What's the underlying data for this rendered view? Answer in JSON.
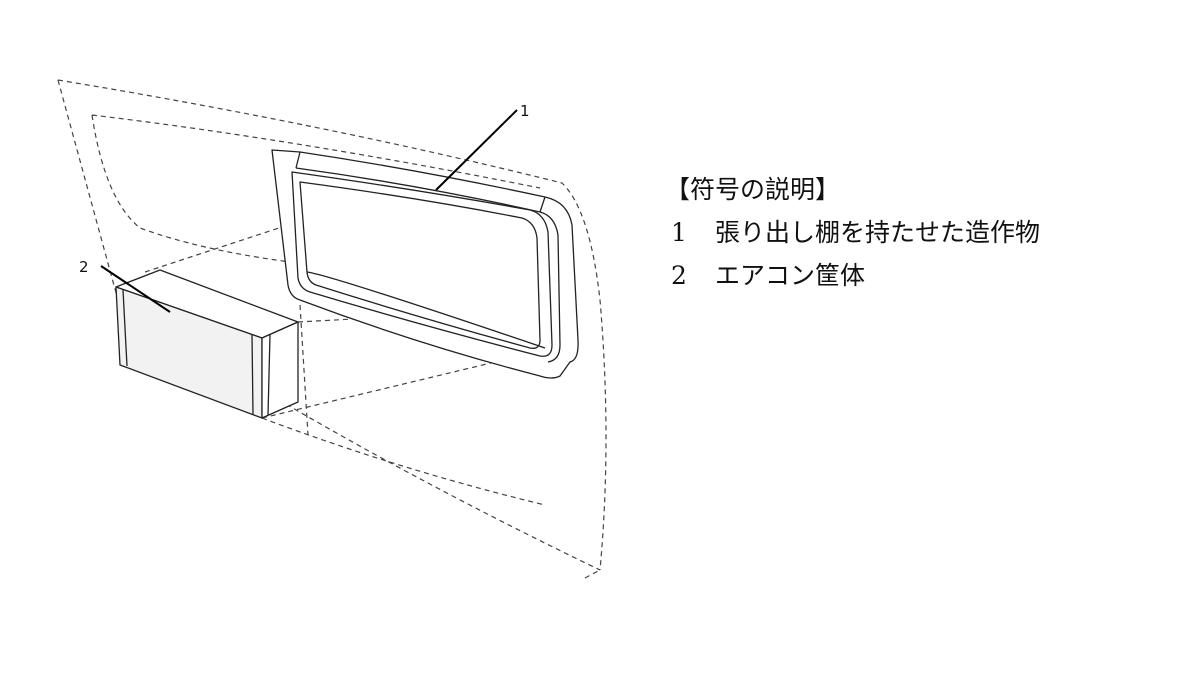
{
  "legend": {
    "heading": "【符号の説明】",
    "items": [
      {
        "number": "1",
        "text": "張り出し棚を持たせた造作物"
      },
      {
        "number": "2",
        "text": "エアコン筐体"
      }
    ]
  },
  "callouts": [
    {
      "number": "1"
    },
    {
      "number": "2"
    }
  ]
}
